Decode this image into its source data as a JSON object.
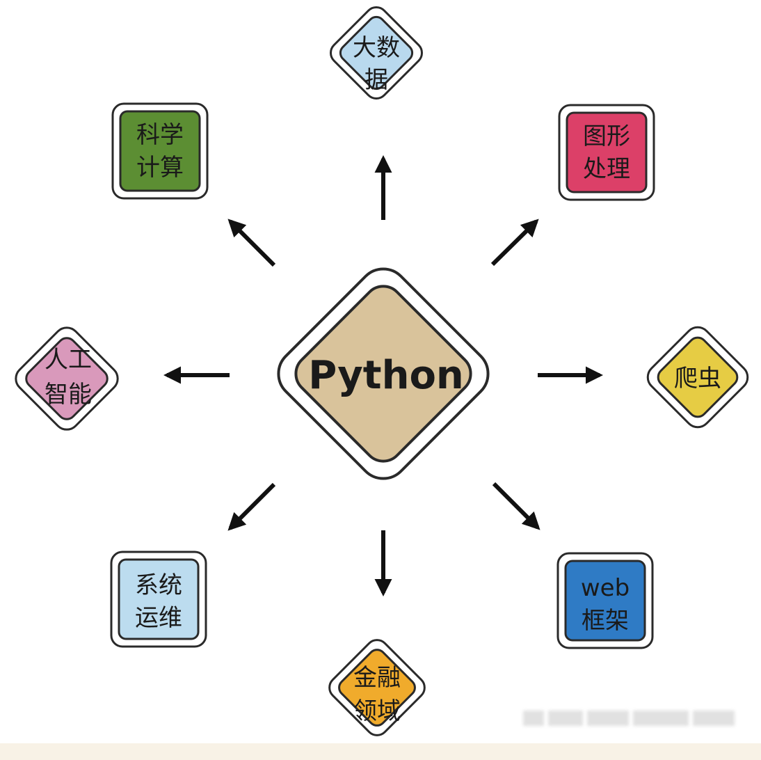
{
  "center": {
    "label": "Python",
    "color": "#d9c39b"
  },
  "nodes": [
    {
      "id": "big-data",
      "line1": "大数",
      "line2": "据",
      "color": "#b9d9ee"
    },
    {
      "id": "graphics",
      "line1": "图形",
      "line2": "处理",
      "color": "#dc4068"
    },
    {
      "id": "crawler",
      "line1": "爬虫",
      "line2": "",
      "color": "#e6cc44"
    },
    {
      "id": "web-framework",
      "line1": "web",
      "line2": "框架",
      "color": "#2f7bc5"
    },
    {
      "id": "finance",
      "line1": "金融",
      "line2": "领域",
      "color": "#f0ab2c"
    },
    {
      "id": "sys-ops",
      "line1": "系统",
      "line2": "运维",
      "color": "#bcdcef"
    },
    {
      "id": "ai",
      "line1": "人工",
      "line2": "智能",
      "color": "#d999bb"
    },
    {
      "id": "sci-compute",
      "line1": "科学",
      "line2": "计算",
      "color": "#5c8e33"
    }
  ],
  "watermark": {
    "icon": "watermark-logo-icon",
    "color": "#c9c9c9"
  },
  "colors": {
    "arrow": "#111111",
    "outline": "#2a2a2a",
    "footer": "#f8f2e6"
  }
}
